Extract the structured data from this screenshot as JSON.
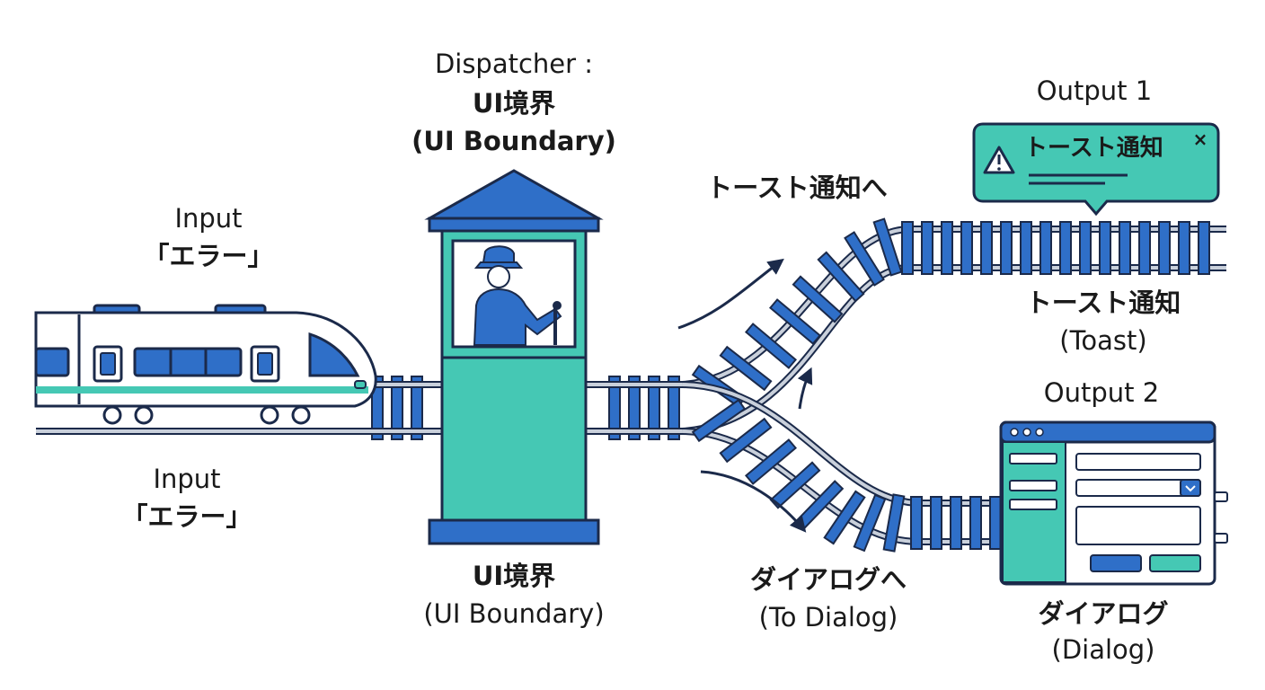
{
  "dispatcher": {
    "heading": "Dispatcher :",
    "name": "UI境界",
    "name_en": "(UI Boundary)",
    "bottom_name": "UI境界",
    "bottom_name_en": "(UI Boundary)"
  },
  "input_top": {
    "heading": "Input",
    "value": "「エラー」"
  },
  "input_bottom": {
    "heading": "Input",
    "value": "「エラー」"
  },
  "route_toast": {
    "label": "トースト通知へ"
  },
  "route_dialog": {
    "label": "ダイアログへ",
    "label_en": "(To Dialog)"
  },
  "output1": {
    "heading": "Output 1",
    "toast_text": "トースト通知",
    "toast_close": "×",
    "name": "トースト通知",
    "name_en": "(Toast)"
  },
  "output2": {
    "heading": "Output 2",
    "name": "ダイアログ",
    "name_en": "(Dialog)"
  },
  "colors": {
    "blue": "#2f6fc8",
    "teal": "#45c8b4",
    "navy": "#1b2a4a",
    "rail": "#b7bfcc"
  },
  "icons": [
    "train-icon",
    "signal-booth-icon",
    "operator-icon",
    "warning-icon",
    "dialog-window-icon",
    "arrow-icon"
  ]
}
